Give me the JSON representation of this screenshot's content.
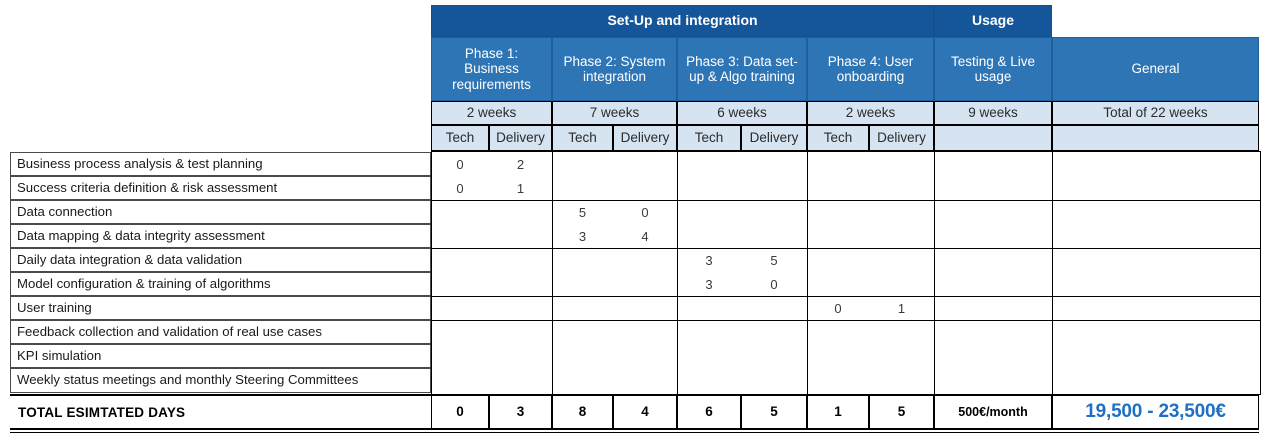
{
  "table": {
    "group_headers": [
      {
        "label": "Set-Up and integration"
      },
      {
        "label": "Usage"
      }
    ],
    "phases": [
      {
        "name": "Phase 1: Business requirements",
        "duration": "2 weeks",
        "sub": [
          "Tech",
          "Delivery"
        ]
      },
      {
        "name": "Phase 2: System integration",
        "duration": "7 weeks",
        "sub": [
          "Tech",
          "Delivery"
        ]
      },
      {
        "name": "Phase 3: Data set-up & Algo training",
        "duration": "6 weeks",
        "sub": [
          "Tech",
          "Delivery"
        ]
      },
      {
        "name": "Phase 4: User onboarding",
        "duration": "2 weeks",
        "sub": [
          "Tech",
          "Delivery"
        ]
      }
    ],
    "usage_column": {
      "name": "Testing & Live usage",
      "duration": "9 weeks",
      "sub": ""
    },
    "general_column": {
      "name": "General",
      "duration": "Total of 22 weeks",
      "sub": ""
    },
    "rows": [
      {
        "task": "Business process analysis & test planning",
        "p1_tech": "0",
        "p1_del": "2",
        "p2_tech": "",
        "p2_del": "",
        "p3_tech": "",
        "p3_del": "",
        "p4_tech": "",
        "p4_del": ""
      },
      {
        "task": "Success criteria definition & risk assessment",
        "p1_tech": "0",
        "p1_del": "1",
        "p2_tech": "",
        "p2_del": "",
        "p3_tech": "",
        "p3_del": "",
        "p4_tech": "",
        "p4_del": ""
      },
      {
        "task": "Data connection",
        "p1_tech": "",
        "p1_del": "",
        "p2_tech": "5",
        "p2_del": "0",
        "p3_tech": "",
        "p3_del": "",
        "p4_tech": "",
        "p4_del": ""
      },
      {
        "task": "Data mapping & data integrity assessment",
        "p1_tech": "",
        "p1_del": "",
        "p2_tech": "3",
        "p2_del": "4",
        "p3_tech": "",
        "p3_del": "",
        "p4_tech": "",
        "p4_del": ""
      },
      {
        "task": "Daily data integration & data validation",
        "p1_tech": "",
        "p1_del": "",
        "p2_tech": "",
        "p2_del": "",
        "p3_tech": "3",
        "p3_del": "5",
        "p4_tech": "",
        "p4_del": ""
      },
      {
        "task": "Model configuration & training of algorithms",
        "p1_tech": "",
        "p1_del": "",
        "p2_tech": "",
        "p2_del": "",
        "p3_tech": "3",
        "p3_del": "0",
        "p4_tech": "",
        "p4_del": ""
      },
      {
        "task": "User training",
        "p1_tech": "",
        "p1_del": "",
        "p2_tech": "",
        "p2_del": "",
        "p3_tech": "",
        "p3_del": "",
        "p4_tech": "0",
        "p4_del": "1"
      },
      {
        "task": "Feedback collection and validation of real use cases",
        "p1_tech": "",
        "p1_del": "",
        "p2_tech": "",
        "p2_del": "",
        "p3_tech": "",
        "p3_del": "",
        "p4_tech": "",
        "p4_del": ""
      },
      {
        "task": "KPI simulation",
        "p1_tech": "",
        "p1_del": "",
        "p2_tech": "",
        "p2_del": "",
        "p3_tech": "",
        "p3_del": "",
        "p4_tech": "",
        "p4_del": ""
      },
      {
        "task": "Weekly status meetings and monthly Steering Committees",
        "p1_tech": "",
        "p1_del": "",
        "p2_tech": "",
        "p2_del": "",
        "p3_tech": "",
        "p3_del": "",
        "p4_tech": "",
        "p4_del": ""
      }
    ],
    "totals": {
      "label": "TOTAL ESIMTATED DAYS",
      "values": [
        "0",
        "3",
        "8",
        "4",
        "6",
        "5",
        "1",
        "5"
      ],
      "usage": "500€/month",
      "grand_total": "19,500 - 23,500€"
    }
  },
  "colors": {
    "header_dark": "#15569A",
    "header_mid": "#2E75B6",
    "header_pale": "#D6E3F1",
    "grand_total_text": "#1F6FC4"
  }
}
